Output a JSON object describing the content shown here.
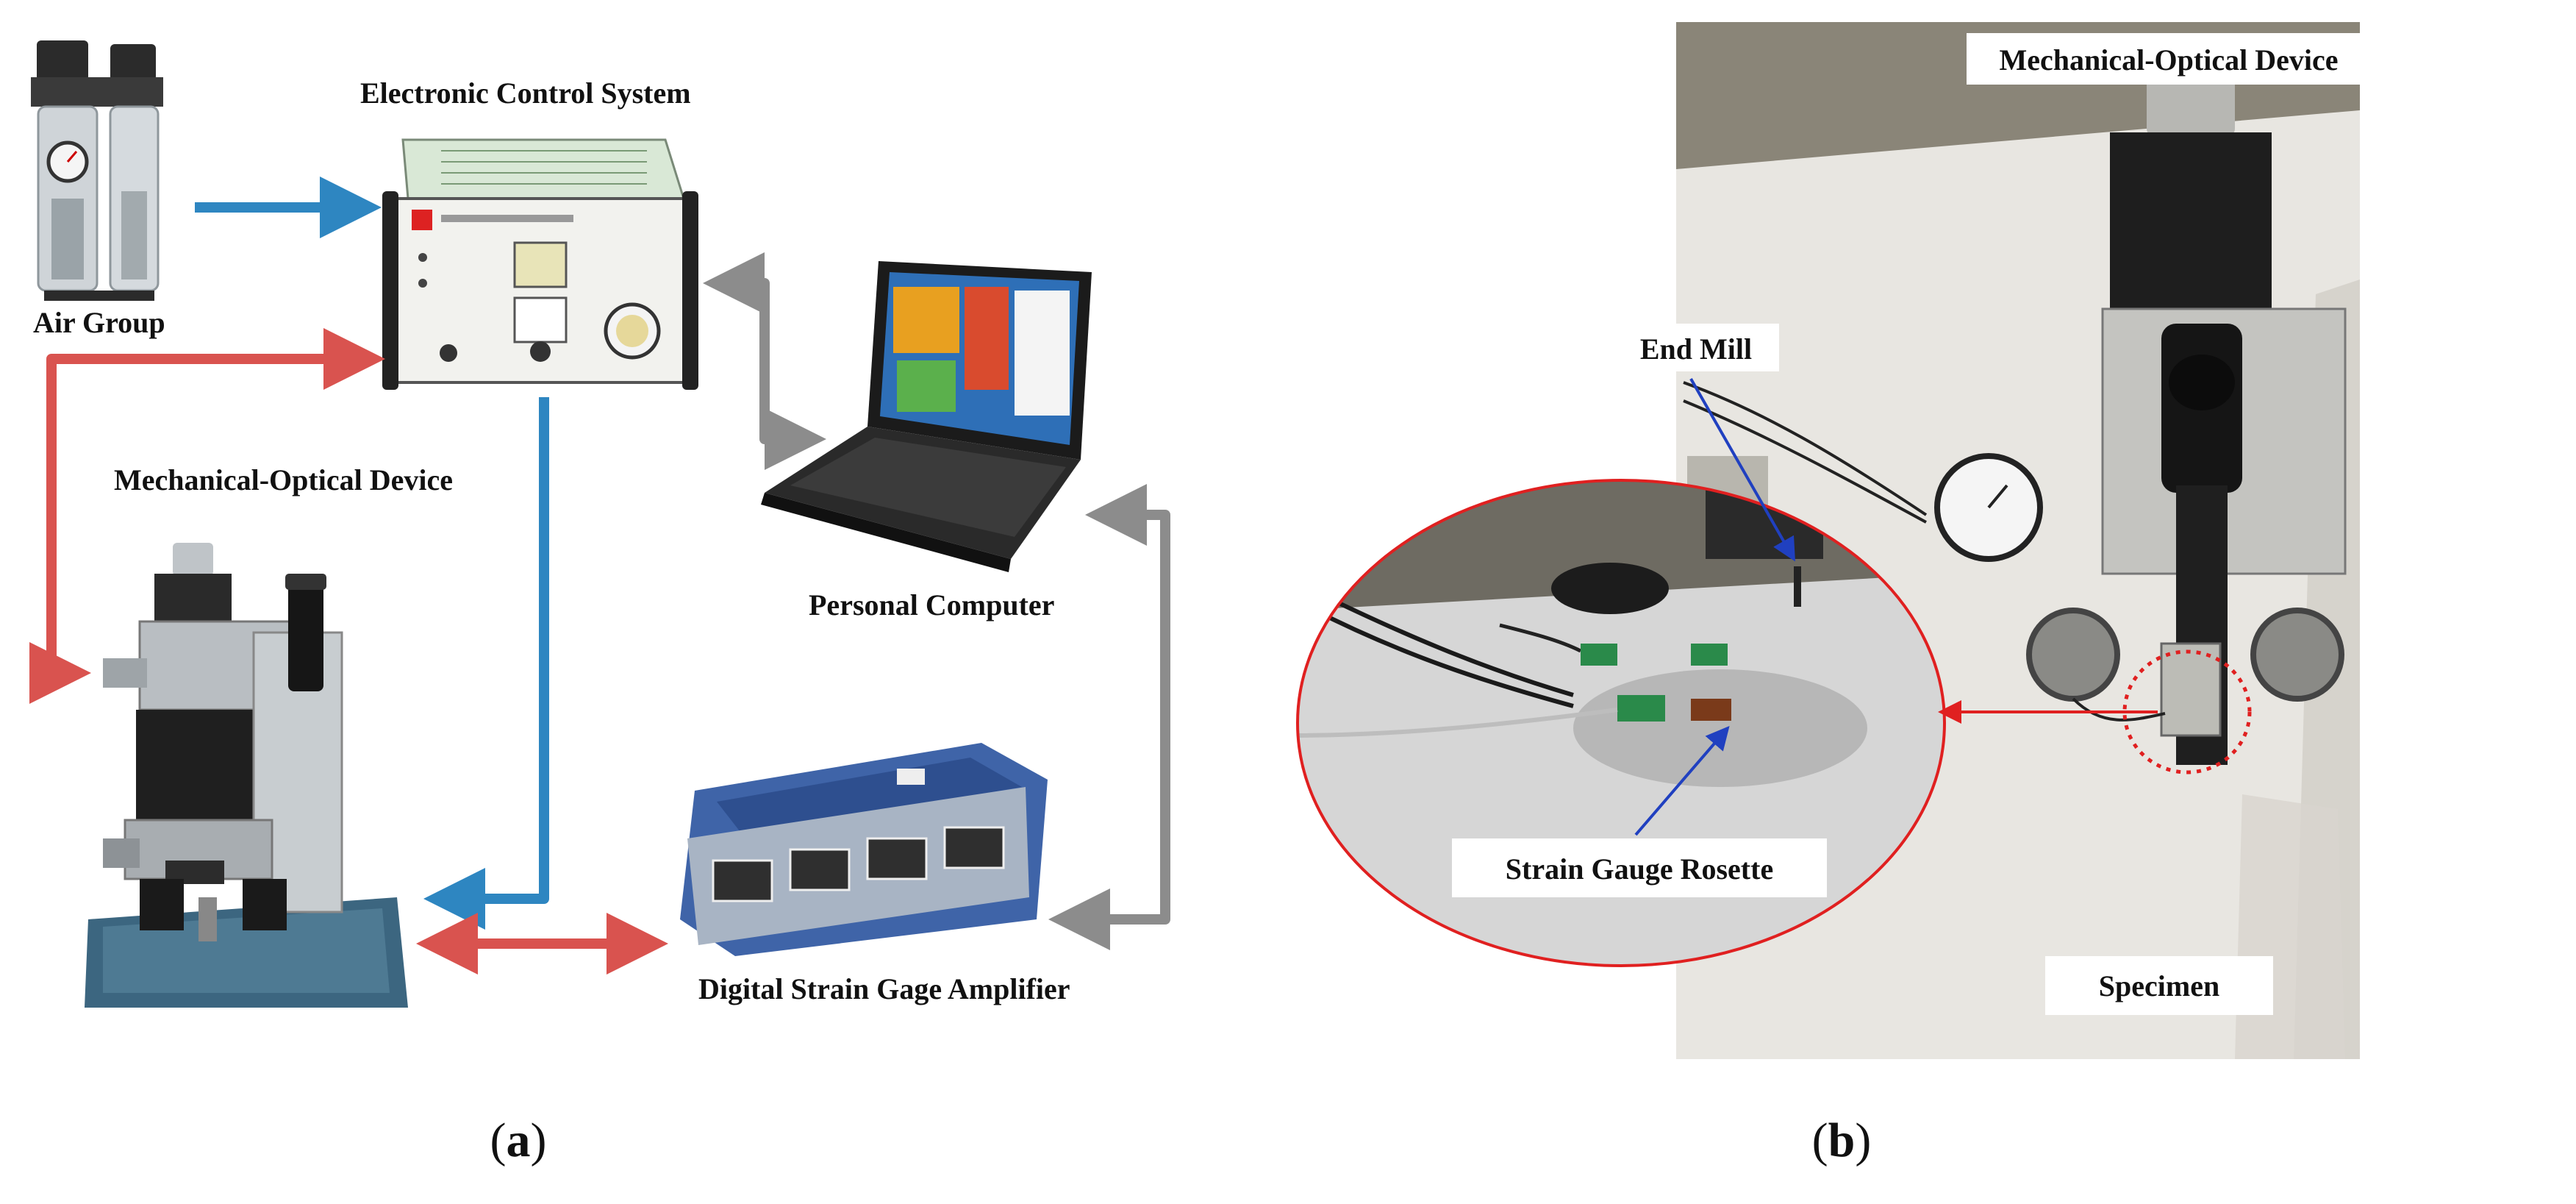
{
  "panel_a": {
    "labels": {
      "air_group": "Air Group",
      "electronic_control_system": "Electronic Control System",
      "mechanical_optical_device": "Mechanical-Optical Device",
      "personal_computer": "Personal Computer",
      "digital_strain_gage_amplifier": "Digital Strain Gage Amplifier"
    },
    "caption": {
      "open": "(",
      "letter": "a",
      "close": ")"
    }
  },
  "panel_b": {
    "labels": {
      "mechanical_optical_device": "Mechanical-Optical Device",
      "end_mill": "End Mill",
      "strain_gauge_rosette": "Strain Gauge Rosette",
      "specimen": "Specimen"
    },
    "caption": {
      "open": "(",
      "letter": "b",
      "close": ")"
    }
  },
  "colors": {
    "blue_arrow": "#2e86c1",
    "red_arrow": "#d9534f",
    "gray_arrow": "#8c8c8c",
    "callout_red": "#e02020",
    "callout_blue": "#2040c0"
  }
}
